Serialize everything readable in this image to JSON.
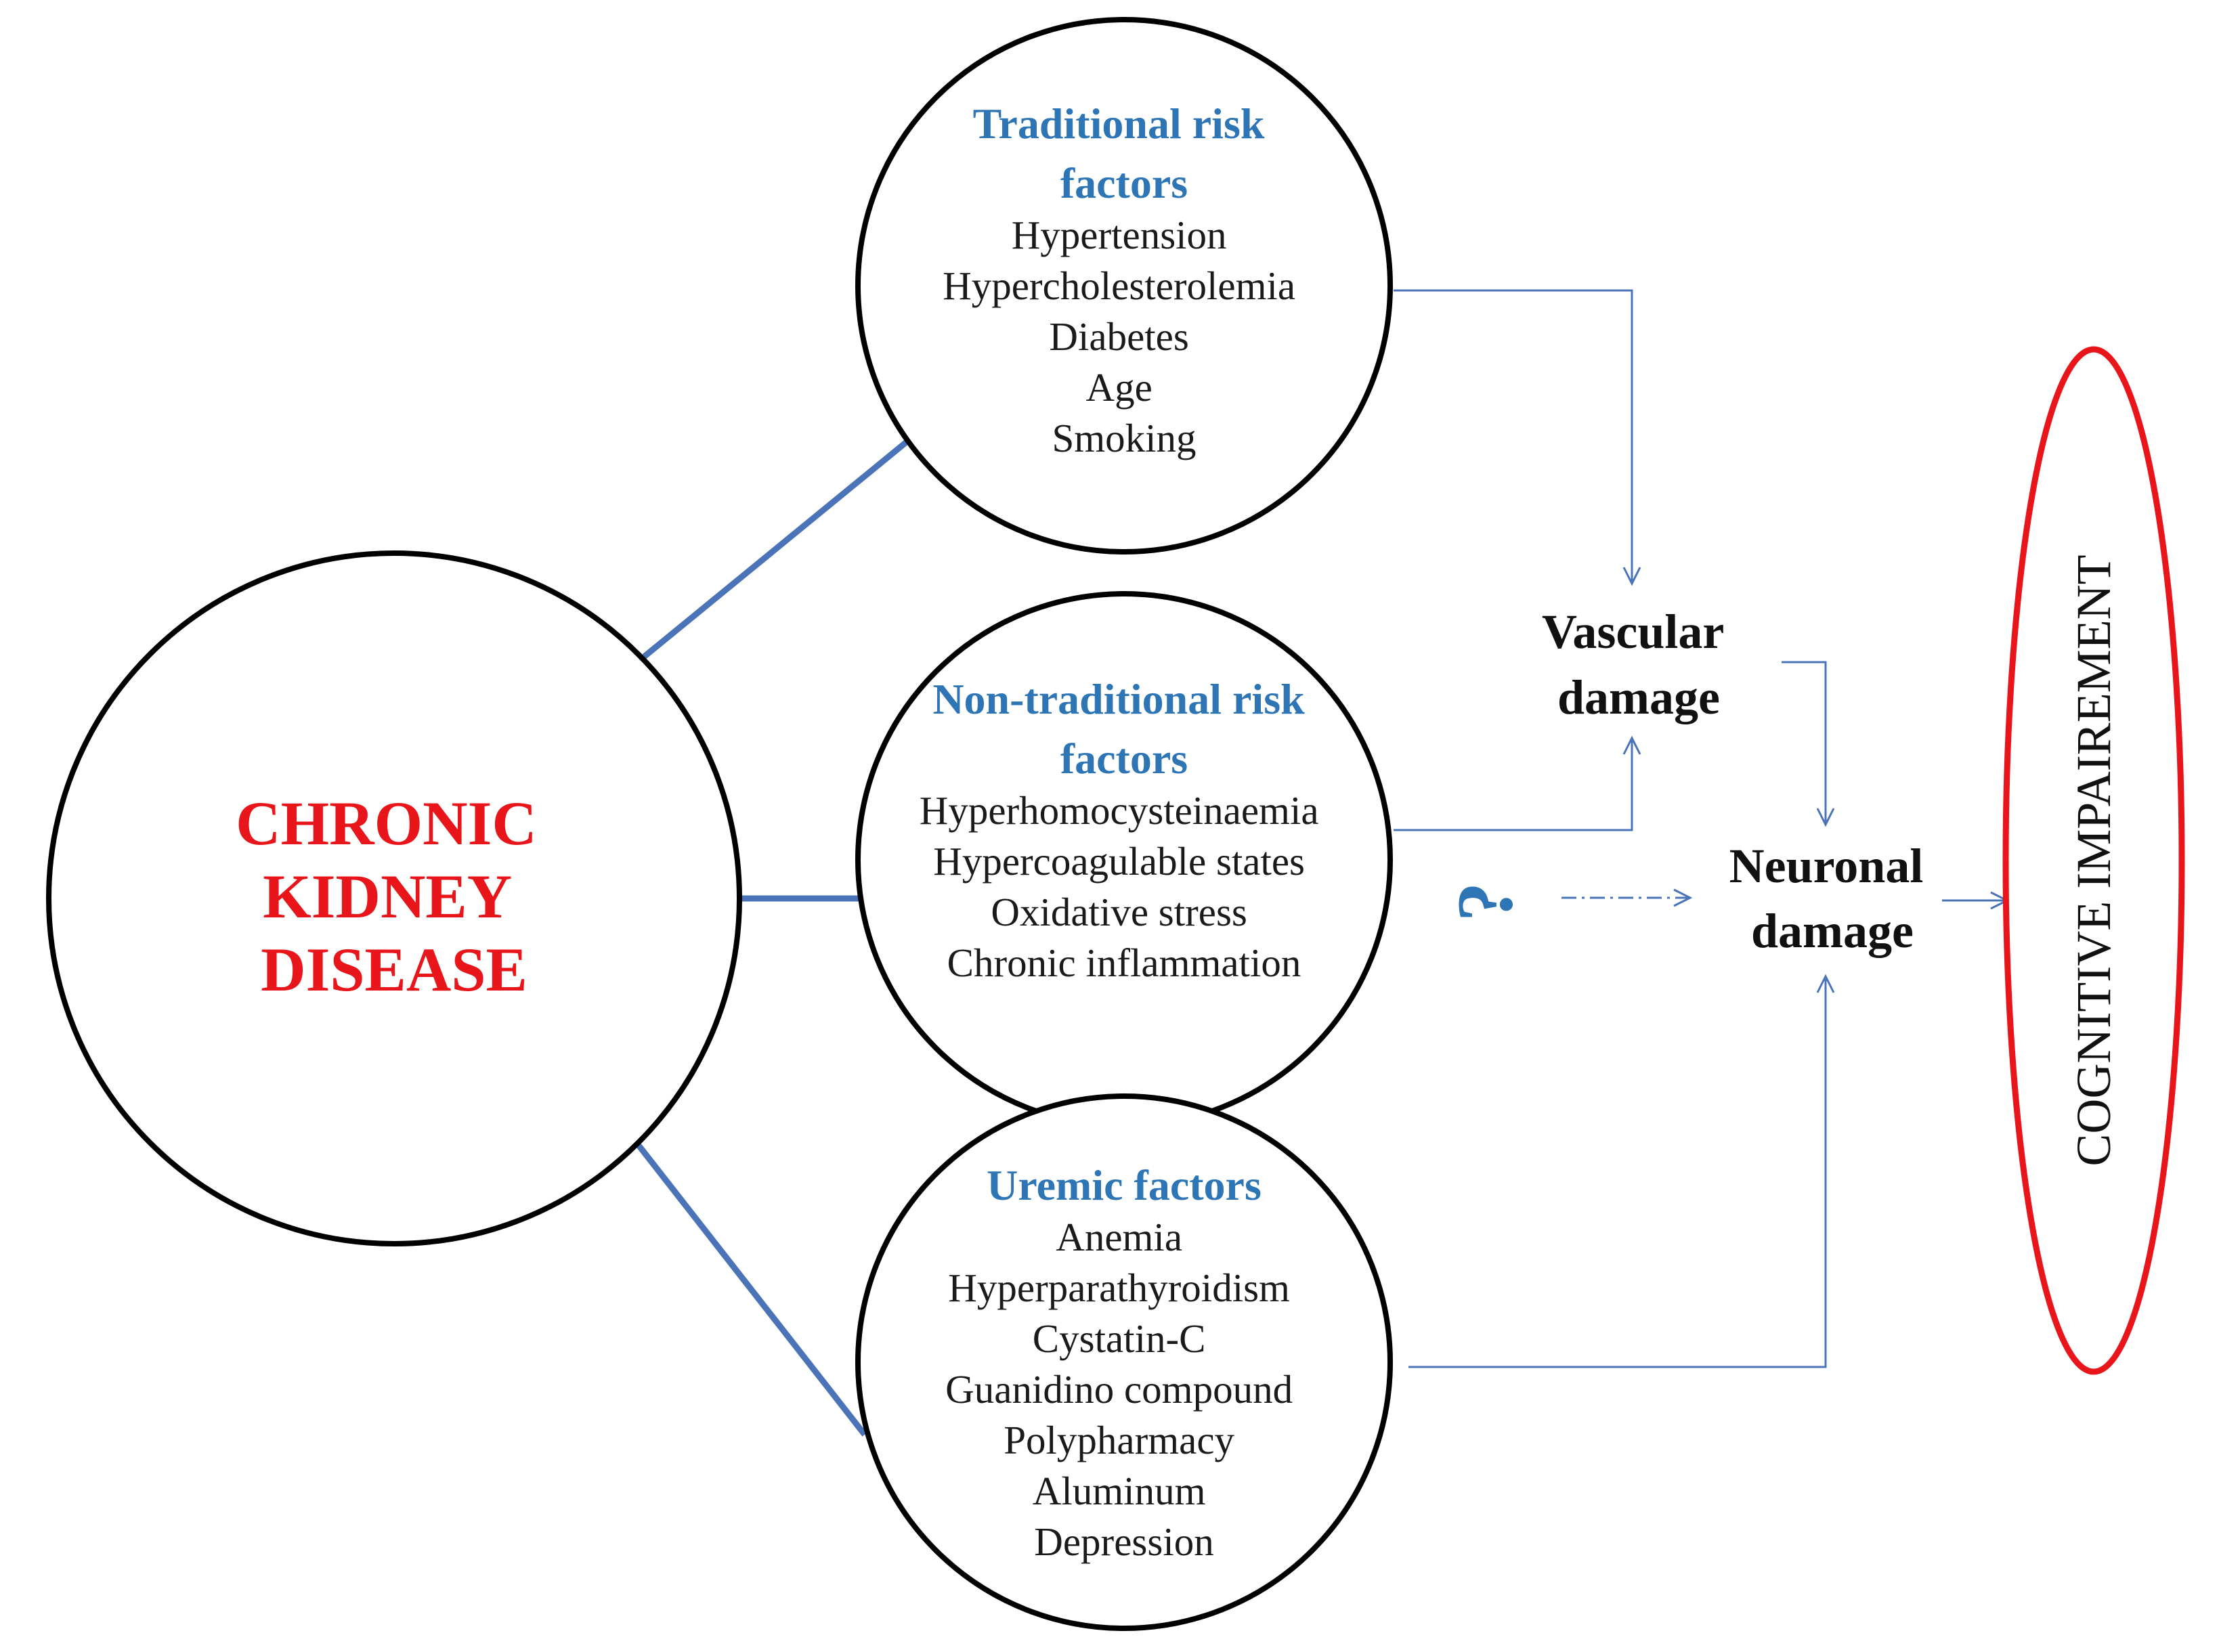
{
  "ckd": {
    "lines": [
      "CHRONIC",
      "KIDNEY",
      "DISEASE"
    ]
  },
  "traditional": {
    "title_lines": [
      "Traditional risk",
      "factors"
    ],
    "items": [
      "Hypertension",
      "Hypercholesterolemia",
      "Diabetes",
      "Age",
      "Smoking"
    ]
  },
  "non_traditional": {
    "title_lines": [
      "Non-traditional risk",
      "factors"
    ],
    "items": [
      "Hyperhomocysteinaemia",
      "Hypercoagulable states",
      "Oxidative stress",
      "Chronic inflammation"
    ]
  },
  "uremic": {
    "title_lines": [
      "Uremic factors"
    ],
    "items": [
      "Anemia",
      "Hyperparathyroidism",
      "Cystatin-C",
      "Guanidino compound",
      "Polypharmacy",
      "Aluminum",
      "Depression"
    ]
  },
  "vascular_damage": {
    "lines": [
      "Vascular",
      "damage"
    ]
  },
  "neuronal_damage": {
    "lines": [
      "Neuronal",
      "damage"
    ]
  },
  "question_mark": "?",
  "cognitive": "COGNITIVE IMPAIREMENT",
  "colors": {
    "ckd_text": "#E8161B",
    "heading_blue": "#2E75B6",
    "connector_blue": "#4A73B8",
    "arrow_blue": "#4A73B8",
    "ellipse_red": "#E8161B",
    "circle_stroke": "#000000"
  }
}
